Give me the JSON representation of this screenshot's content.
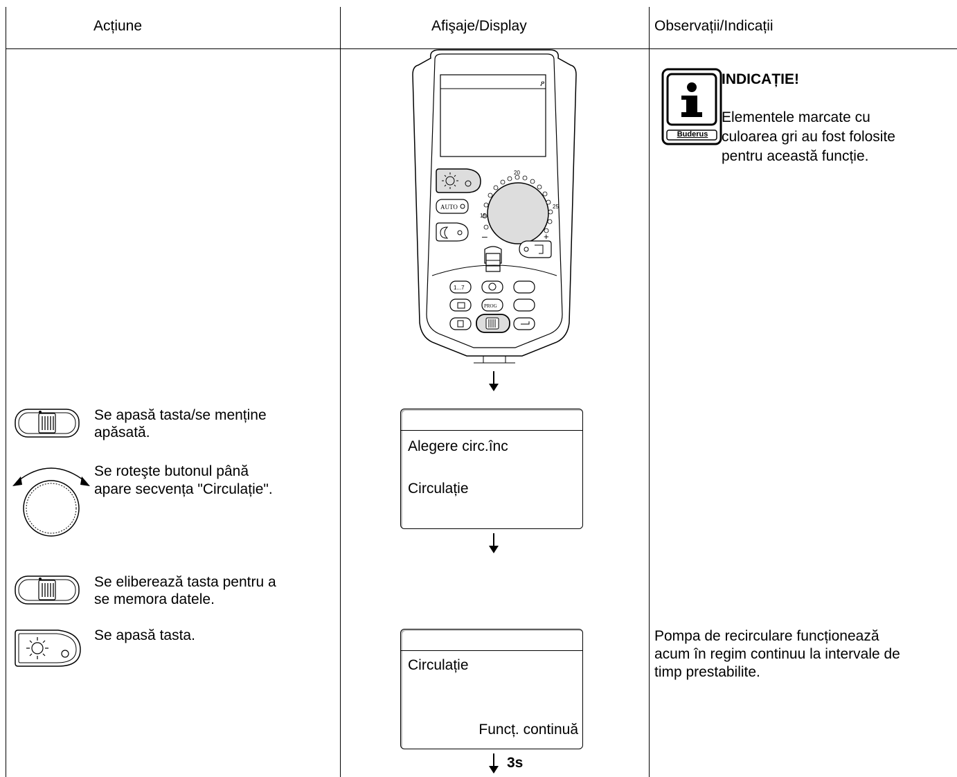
{
  "table": {
    "headers": {
      "action": "Acțiune",
      "display": "Afişaje/Display",
      "notes": "Observații/Indicații"
    }
  },
  "note": {
    "title": "INDICAȚIE!",
    "lines": [
      "Elementele marcate cu",
      "culoarea gri au fost folosite",
      "pentru această funcție."
    ],
    "logo": "Buderus"
  },
  "device": {
    "dial_ticks": [
      "20",
      "15",
      "25"
    ],
    "minus": "–",
    "plus": "+",
    "auto_label": "AUTO",
    "key_days": "1...7",
    "key_prog": "PROG"
  },
  "steps": [
    {
      "lines": [
        "Se apasă tasta/se menține",
        "apăsată."
      ]
    },
    {
      "lines": [
        "Se roteşte butonul până",
        "apare secvența \"Circulație\"."
      ]
    },
    {
      "lines": [
        "Se eliberează tasta pentru a",
        "se memora datele."
      ]
    },
    {
      "lines": [
        "Se apasă tasta."
      ]
    }
  ],
  "display1": {
    "line1": "Alegere circ.înc",
    "line2": "Circulație"
  },
  "display2": {
    "line1": "Circulație",
    "line2": "Funcț. continuă"
  },
  "arrow_label": "3s",
  "remark": {
    "lines": [
      "Pompa de recirculare funcționează",
      "acum în regim continuu la intervale de",
      "timp prestabilite."
    ]
  }
}
